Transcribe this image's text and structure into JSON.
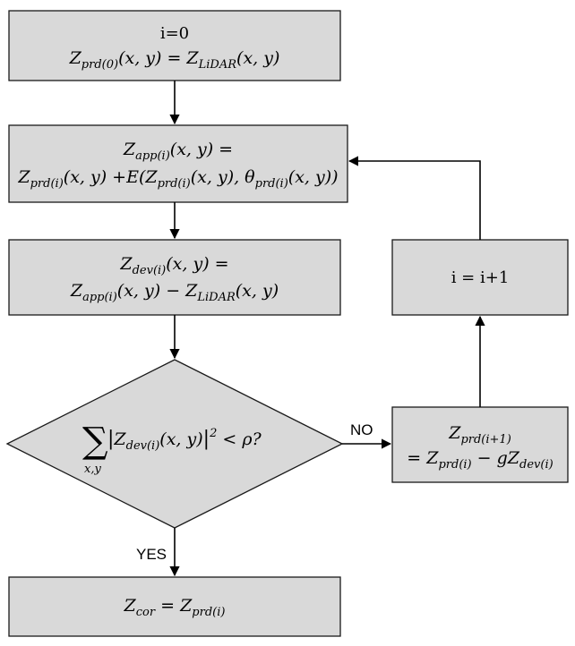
{
  "boxes": {
    "init": {
      "line1": "i=0",
      "line2": "Z_prd(0)(x, y) = Z_LiDAR(x, y)"
    },
    "approx": {
      "line1": "Z_app(i)(x, y) =",
      "line2": "Z_prd(i)(x, y) + E(Z_prd(i)(x, y), θ_prd(i)(x, y))"
    },
    "deviation": {
      "line1": "Z_dev(i)(x, y) =",
      "line2": "Z_app(i)(x, y) − Z_LiDAR(x, y)"
    },
    "increment": {
      "text": "i = i+1"
    },
    "update": {
      "line1": "Z_prd(i+1)",
      "line2": "= Z_prd(i) − gZ_dev(i)"
    },
    "result": {
      "text": "Z_cor = Z_prd(i)"
    }
  },
  "decision": {
    "text": "Σ_{x,y} |Z_dev(i)(x, y)|² < ρ?"
  },
  "edges": {
    "no_label": "NO",
    "yes_label": "YES"
  }
}
